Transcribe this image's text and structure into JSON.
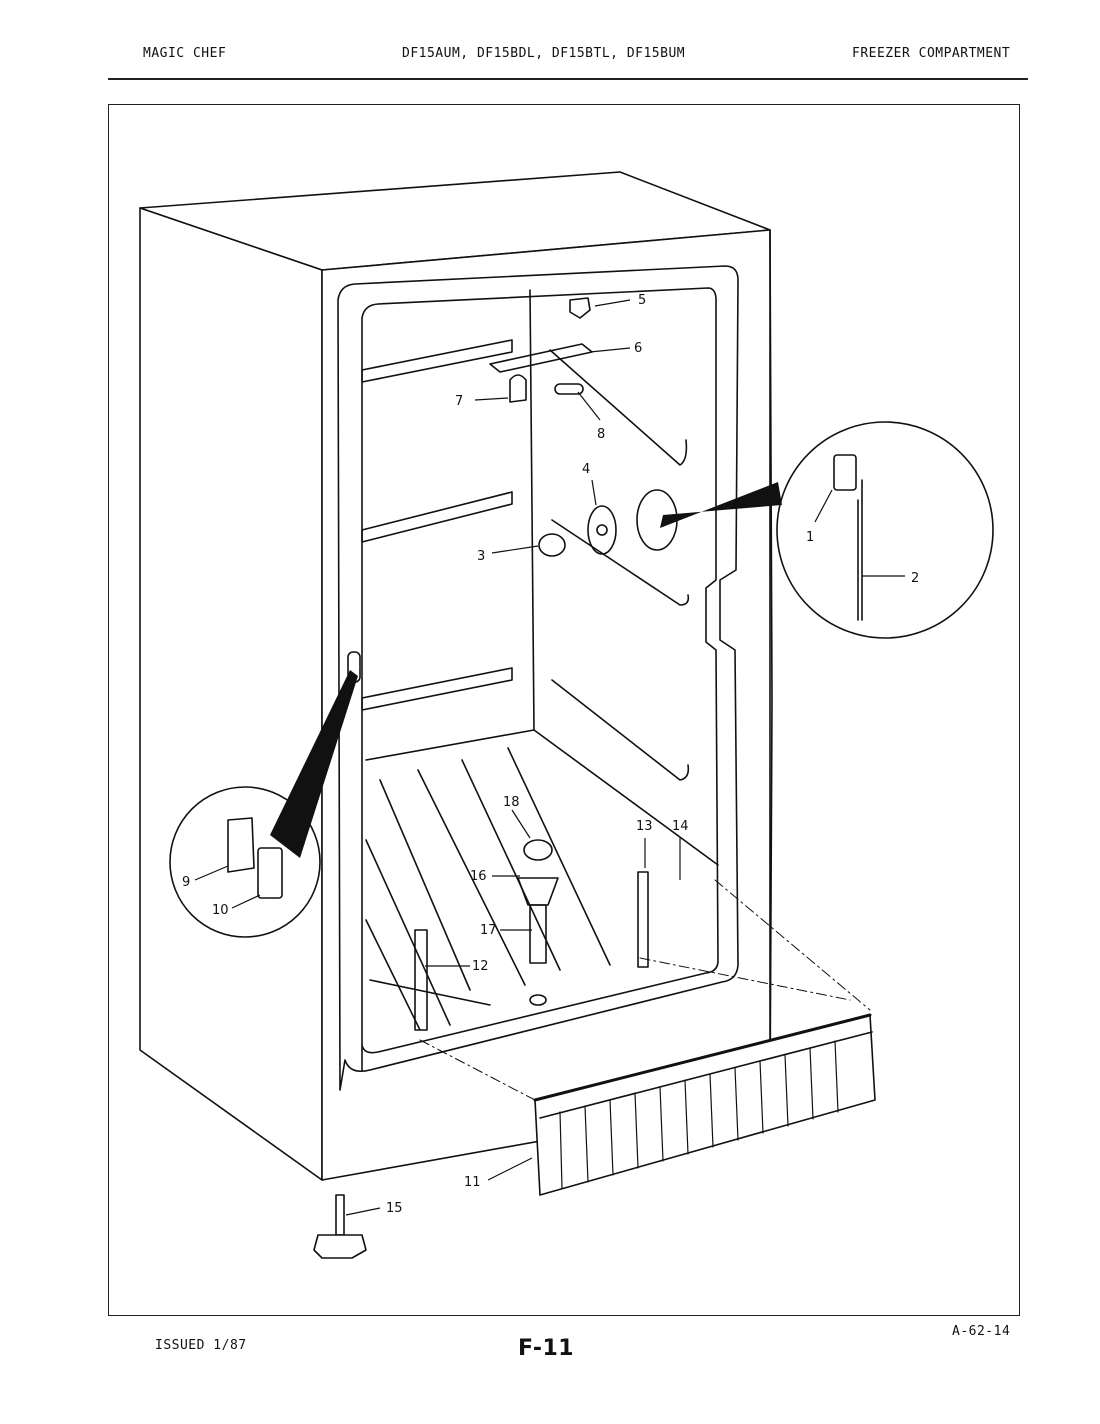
{
  "header": {
    "brand": "MAGIC CHEF",
    "models": "DF15AUM, DF15BDL, DF15BTL, DF15BUM",
    "section": "FREEZER COMPARTMENT"
  },
  "footer": {
    "issued": "ISSUED 1/87",
    "page": "F-11",
    "doc_code": "A-62-14"
  },
  "callouts": [
    "1",
    "2",
    "3",
    "4",
    "5",
    "6",
    "7",
    "8",
    "9",
    "10",
    "11",
    "12",
    "13",
    "14",
    "15",
    "16",
    "17",
    "18"
  ]
}
